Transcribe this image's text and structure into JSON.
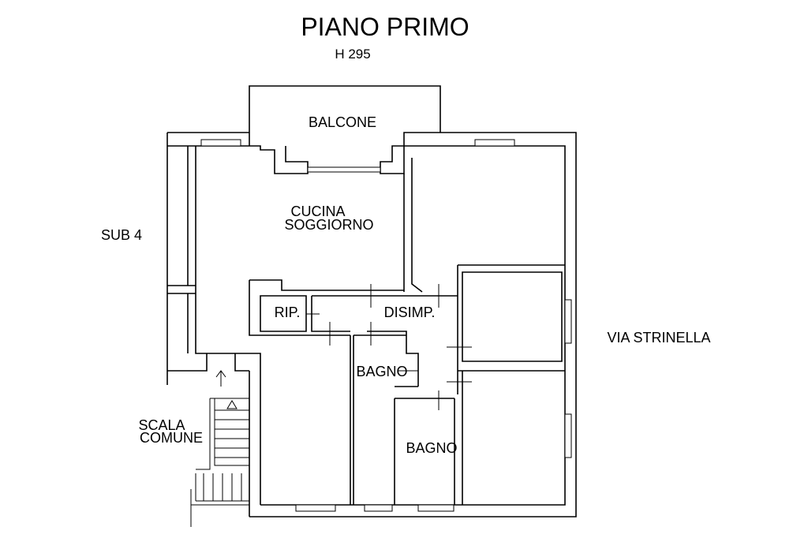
{
  "header": {
    "title": "PIANO PRIMO",
    "height_note": "H 295"
  },
  "rooms": {
    "balcone": "BALCONE",
    "cucina_line1": "CUCINA",
    "cucina_line2": "SOGGIORNO",
    "ripostiglio": "RIP.",
    "disimpegno": "DISIMP.",
    "bagno_1": "BAGNO",
    "bagno_2": "BAGNO"
  },
  "surroundings": {
    "neighbor": "SUB 4",
    "street": "VIA STRINELLA",
    "stair_line1": "SCALA",
    "stair_line2": "COMUNE"
  }
}
